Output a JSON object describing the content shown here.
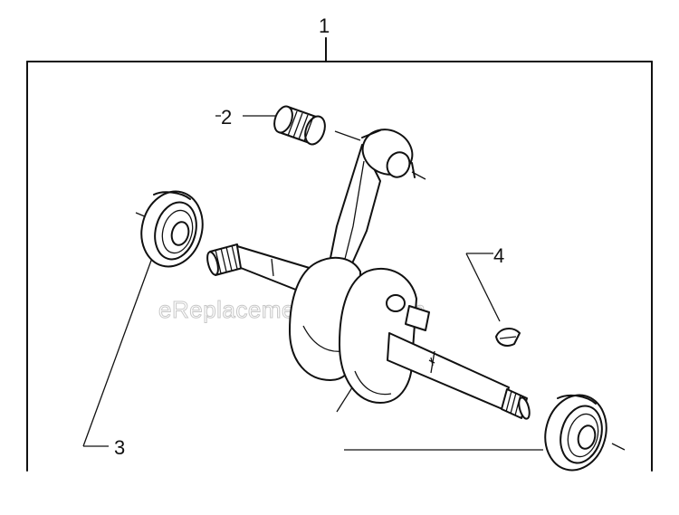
{
  "diagram": {
    "callouts": {
      "assembly": "1",
      "needle_bearing": "2",
      "ball_bearing": "3",
      "woodruff_key": "4"
    },
    "watermark": "eReplacementParts.com"
  }
}
